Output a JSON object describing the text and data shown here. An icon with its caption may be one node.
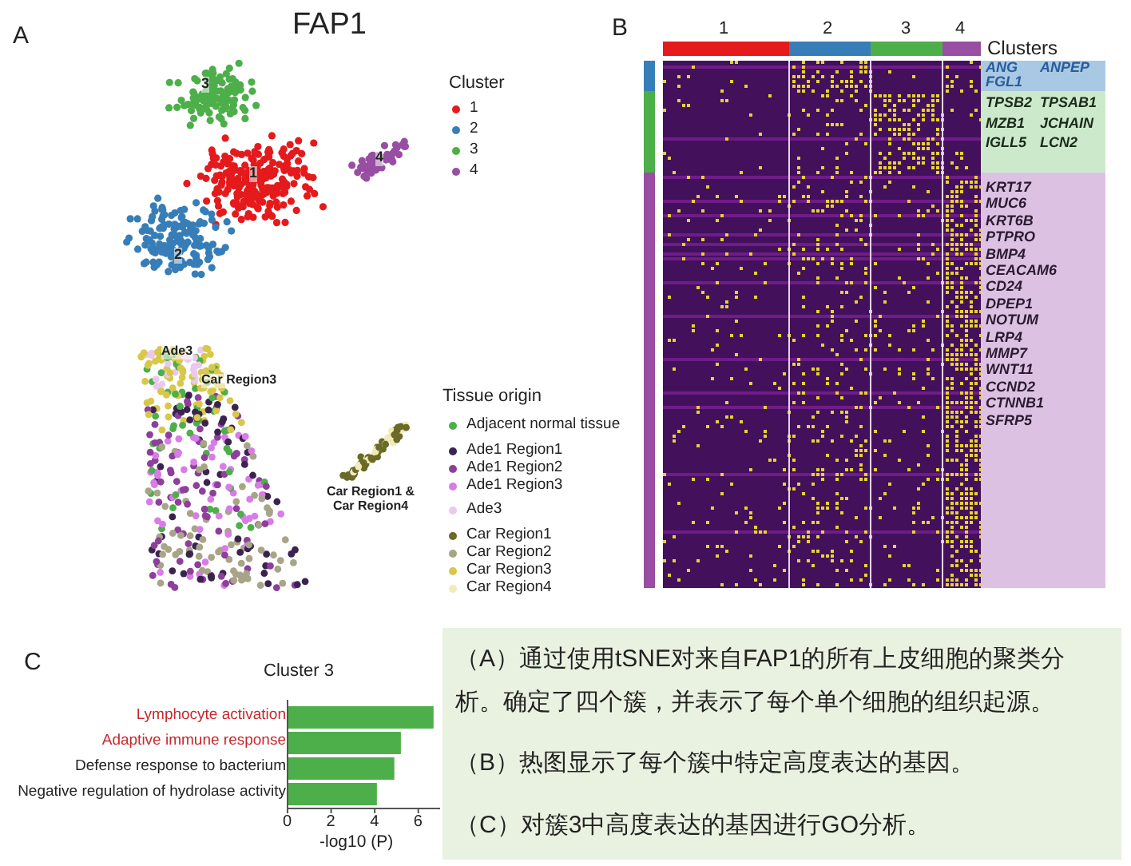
{
  "diagram": {
    "nodes": [
      {
        "text": [
          "（A）通过使用tSNE对来自FAP1的所有上皮细胞的聚类分析。确定了四个簇，并表示了每个单个细胞的组织起源。",
          "（B）热图显示了每个簇中特定高度表达的基因。",
          "（C）对簇3中高度表达的基因进行GO分析。"
        ]
      },
      {
        "text": [
          "ANG",
          "ANPEP",
          "FGL1"
        ]
      },
      {
        "text": [
          "TPSB2",
          "TPSAB1",
          "MZB1",
          "JCHAIN",
          "IGLL5",
          "LCN2"
        ]
      },
      {
        "text": [
          "KRT17",
          "MUC6",
          "KRT6B",
          "PTPRO",
          "BMP4",
          "CEACAM6",
          "CD24",
          "DPEP1",
          "NOTUM",
          "LRP4",
          "MMP7",
          "WNT11",
          "CCND2",
          "CTNNB1",
          "SFRP5"
        ]
      }
    ],
    "labels": [
      "A",
      "FAP1",
      "3",
      "1",
      "4",
      "2",
      "Cluster",
      "Ade3",
      "Car Region3",
      "Car Region1 & Car Region4",
      "Tissue origin",
      "B",
      "1",
      "2",
      "3",
      "4",
      "Clusters",
      "C"
    ],
    "legend": [
      {
        "text": "1",
        "color": "#e41a1c"
      },
      {
        "text": "2",
        "color": "#377eb8"
      },
      {
        "text": "3",
        "color": "#4daf4a"
      },
      {
        "text": "4",
        "color": "#984ea3"
      },
      {
        "text": "Adjacent normal tissue",
        "color": "#4daf4a"
      },
      {
        "text": "Ade1 Region1",
        "color": "#3b2350"
      },
      {
        "text": "Ade1 Region2",
        "color": "#8e3f9b"
      },
      {
        "text": "Ade1 Region3",
        "color": "#d97ce8"
      },
      {
        "text": "Ade3",
        "color": "#ecc8ef"
      },
      {
        "text": "Car Region1",
        "color": "#6b6a26"
      },
      {
        "text": "Car Region2",
        "color": "#a8a487"
      },
      {
        "text": "Car Region3",
        "color": "#d8c84a"
      },
      {
        "text": "Car Region4",
        "color": "#f0ebb8"
      }
    ],
    "chart_data": {
      "type": "bar",
      "orientation": "horizontal",
      "title": "Cluster 3",
      "xlabel": "-log10 (P)",
      "categories": [
        "Lymphocyte activation",
        "Adaptive immune response",
        "Defense response to bacterium",
        "Negative regulation of hydrolase activity"
      ],
      "series": [
        {
          "color": "#4daf4a",
          "values": [
            6.7,
            5.2,
            4.9,
            4.1
          ]
        }
      ],
      "xlim": [
        0,
        7
      ],
      "xticks": [
        0,
        2,
        4,
        6
      ]
    }
  }
}
